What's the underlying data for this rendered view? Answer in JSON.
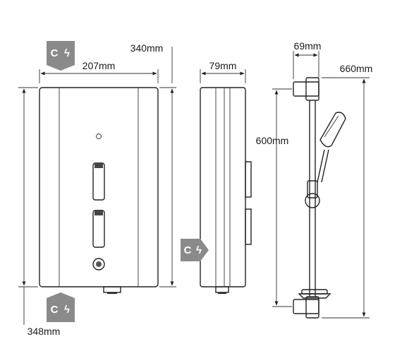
{
  "dimensions": {
    "width_front": "207mm",
    "width_total_top": "340mm",
    "depth_side": "79mm",
    "height_bottom": "348mm",
    "rail_offset": "69mm",
    "rail_adjust": "600mm",
    "rail_total": "660mm"
  },
  "badge": {
    "letter": "C",
    "symbol": "ϟ",
    "color": "#8a8a8a"
  },
  "icons": {
    "inlet": "cable-entry-icon"
  }
}
